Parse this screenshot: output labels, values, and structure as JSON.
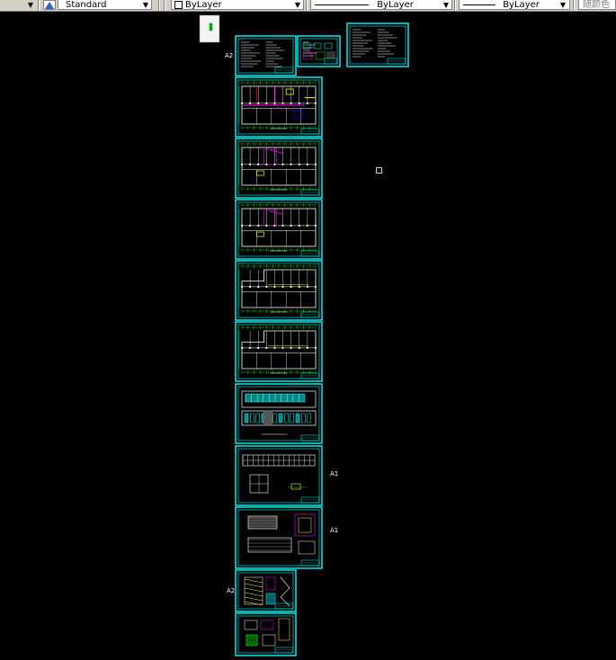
{
  "toolbar": {
    "text_style": "Standard",
    "layer_color": "ByLayer",
    "linetype": "ByLayer",
    "lineweight": "ByLayer",
    "plot_style": "随颜色"
  },
  "sheet_labels": {
    "a2_top": "A2",
    "a1_first": "A1",
    "a1_second": "A1",
    "a2_bottom": "A2"
  },
  "sheets": [
    {
      "name": "cover-sheet",
      "kind": "notes"
    },
    {
      "name": "legend-sheet",
      "kind": "notes"
    },
    {
      "name": "notes-sheet-right",
      "kind": "notes"
    },
    {
      "name": "floor-plan-1",
      "kind": "plan"
    },
    {
      "name": "floor-plan-2",
      "kind": "plan"
    },
    {
      "name": "floor-plan-3",
      "kind": "plan"
    },
    {
      "name": "floor-plan-4",
      "kind": "plan"
    },
    {
      "name": "roof-plan",
      "kind": "plan"
    },
    {
      "name": "elevation-sheet",
      "kind": "elevation"
    },
    {
      "name": "section-sheet",
      "kind": "section"
    },
    {
      "name": "detail-sheet-1",
      "kind": "detail"
    },
    {
      "name": "stair-detail-sheet",
      "kind": "detail"
    },
    {
      "name": "detail-sheet-2",
      "kind": "detail"
    }
  ],
  "colors": {
    "frame": "#00ffff",
    "wall": "#ffffff",
    "grid": "#00ff00",
    "accent": "#ff00ff",
    "highlight": "#ffff00",
    "red": "#ff0000",
    "blue": "#0000ff",
    "toolbar_bg": "#d4d0c8"
  }
}
